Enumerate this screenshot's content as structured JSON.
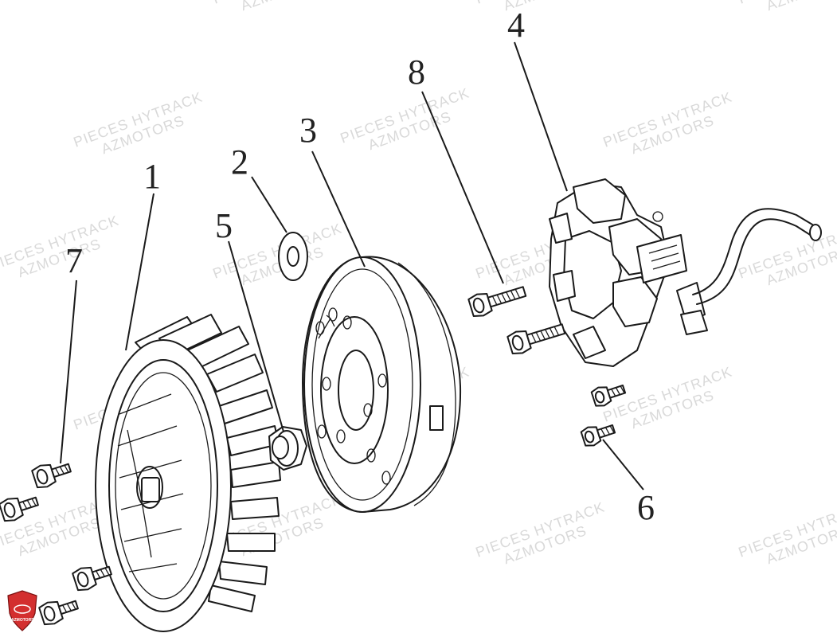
{
  "watermark": {
    "line1": "PIECES HYTRACK",
    "line2": "AZMOTORS"
  },
  "logo": {
    "text": "AZMOTORS",
    "color": "#d32f2f"
  },
  "callouts": [
    {
      "id": "1",
      "label": "1"
    },
    {
      "id": "2",
      "label": "2"
    },
    {
      "id": "3",
      "label": "3"
    },
    {
      "id": "4",
      "label": "4"
    },
    {
      "id": "5",
      "label": "5"
    },
    {
      "id": "6",
      "label": "6"
    },
    {
      "id": "7",
      "label": "7"
    },
    {
      "id": "8",
      "label": "8"
    }
  ],
  "parts": [
    {
      "id": "1",
      "icon": "cooling-fan-icon"
    },
    {
      "id": "2",
      "icon": "washer-icon"
    },
    {
      "id": "3",
      "icon": "flywheel-rotor-icon"
    },
    {
      "id": "4",
      "icon": "stator-coil-icon"
    },
    {
      "id": "5",
      "icon": "flange-nut-icon"
    },
    {
      "id": "6",
      "icon": "bolt-icon"
    },
    {
      "id": "7",
      "icon": "bolt-icon"
    },
    {
      "id": "8",
      "icon": "bolt-icon"
    }
  ]
}
